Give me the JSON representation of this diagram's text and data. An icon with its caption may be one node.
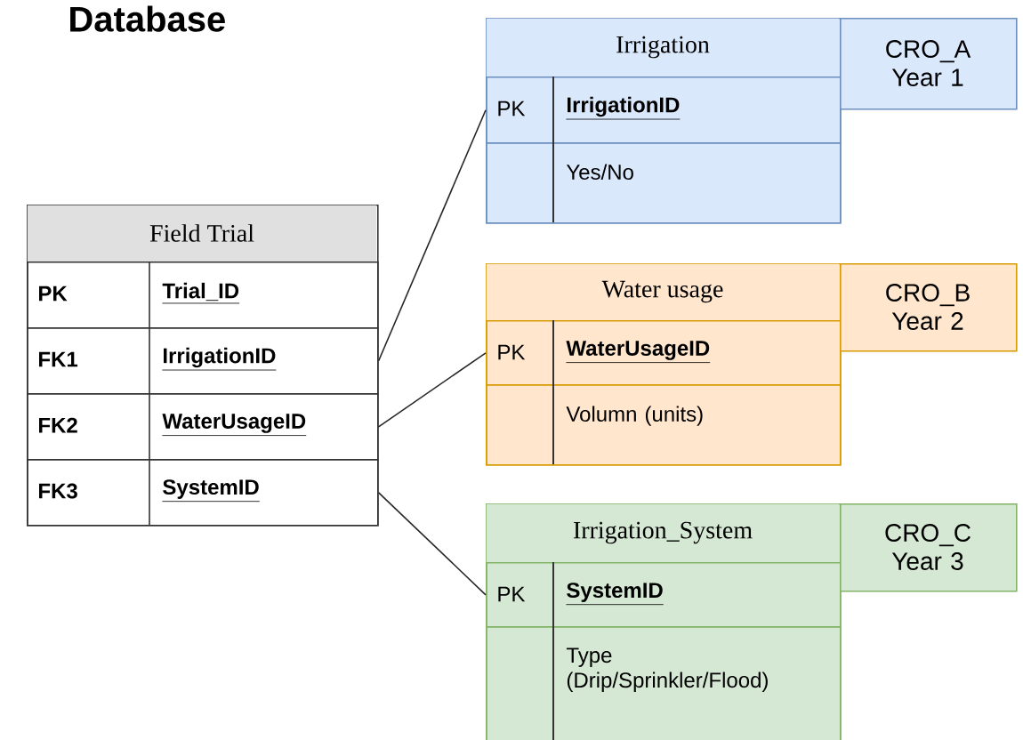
{
  "diagram": {
    "title": "Database",
    "nodes": [
      {
        "text": [
          "Field Trial"
        ]
      },
      {
        "text": [
          "PK",
          "Trial_ID"
        ],
        "in": 0
      },
      {
        "text": [
          "FK1",
          "IrrigationID"
        ],
        "in": 0
      },
      {
        "text": [
          "FK2",
          "WaterUsageID"
        ],
        "in": 0
      },
      {
        "text": [
          "FK3",
          "SystemID"
        ],
        "in": 0
      },
      {
        "text": [
          "Irrigation"
        ]
      },
      {
        "text": [
          "PK",
          "IrrigationID"
        ],
        "in": 5
      },
      {
        "text": [
          "Yes/No"
        ],
        "in": 5
      },
      {
        "text": [
          "CRO_A Year 1"
        ]
      },
      {
        "text": [
          "Water usage"
        ]
      },
      {
        "text": [
          "PK",
          "WaterUsageID"
        ],
        "in": 9
      },
      {
        "text": [
          "Volumn (units)"
        ],
        "in": 9
      },
      {
        "text": [
          "CRO_B Year 2"
        ]
      },
      {
        "text": [
          "Irrigation_System"
        ]
      },
      {
        "text": [
          "PK",
          "SystemID"
        ],
        "in": 13
      },
      {
        "text": [
          "Type (Drip/Sprinkler/Flood)"
        ],
        "in": 13
      },
      {
        "text": [
          "CRO_C Year 3"
        ]
      }
    ],
    "edges": [
      {
        "from": 2,
        "to": 6,
        "arrow": "none"
      },
      {
        "from": 3,
        "to": 10,
        "arrow": "none"
      },
      {
        "from": 4,
        "to": 14,
        "arrow": "none"
      }
    ]
  }
}
